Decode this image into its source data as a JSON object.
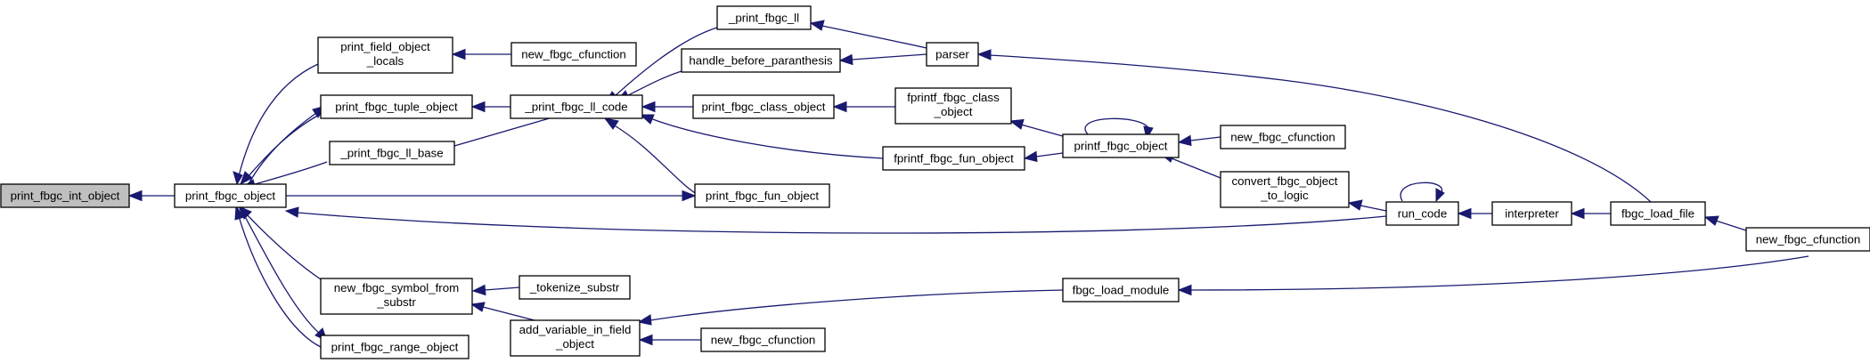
{
  "graph": {
    "nodes": [
      {
        "id": "n0",
        "lines": [
          "print_fbgc_int_object"
        ],
        "root": true
      },
      {
        "id": "n1",
        "lines": [
          "print_fbgc_object"
        ]
      },
      {
        "id": "n2",
        "lines": [
          "print_field_object",
          "_locals"
        ]
      },
      {
        "id": "n3",
        "lines": [
          "new_fbgc_cfunction"
        ]
      },
      {
        "id": "n4",
        "lines": [
          "print_fbgc_tuple_object"
        ]
      },
      {
        "id": "n5",
        "lines": [
          "_print_fbgc_ll_base"
        ]
      },
      {
        "id": "n6",
        "lines": [
          "_print_fbgc_ll_code"
        ]
      },
      {
        "id": "n7",
        "lines": [
          "_print_fbgc_ll"
        ]
      },
      {
        "id": "n8",
        "lines": [
          "handle_before_paranthesis"
        ]
      },
      {
        "id": "n9",
        "lines": [
          "parser"
        ]
      },
      {
        "id": "n10",
        "lines": [
          "print_fbgc_class_object"
        ]
      },
      {
        "id": "n11",
        "lines": [
          "fprintf_fbgc_class",
          "_object"
        ]
      },
      {
        "id": "n12",
        "lines": [
          "fprintf_fbgc_fun_object"
        ]
      },
      {
        "id": "n13",
        "lines": [
          "printf_fbgc_object"
        ]
      },
      {
        "id": "n14",
        "lines": [
          "new_fbgc_cfunction"
        ]
      },
      {
        "id": "n15",
        "lines": [
          "convert_fbgc_object",
          "_to_logic"
        ]
      },
      {
        "id": "n16",
        "lines": [
          "print_fbgc_fun_object"
        ]
      },
      {
        "id": "n17",
        "lines": [
          "run_code"
        ]
      },
      {
        "id": "n18",
        "lines": [
          "interpreter"
        ]
      },
      {
        "id": "n19",
        "lines": [
          "fbgc_load_file"
        ]
      },
      {
        "id": "n20",
        "lines": [
          "new_fbgc_cfunction"
        ]
      },
      {
        "id": "n21",
        "lines": [
          "new_fbgc_symbol_from",
          "_substr"
        ]
      },
      {
        "id": "n22",
        "lines": [
          "_tokenize_substr"
        ]
      },
      {
        "id": "n23",
        "lines": [
          "add_variable_in_field",
          "_object"
        ]
      },
      {
        "id": "n24",
        "lines": [
          "new_fbgc_cfunction"
        ]
      },
      {
        "id": "n25",
        "lines": [
          "print_fbgc_range_object"
        ]
      },
      {
        "id": "n26",
        "lines": [
          "fbgc_load_module"
        ]
      }
    ],
    "edge_color": "#191970",
    "root_fill": "#bfbfbf"
  }
}
